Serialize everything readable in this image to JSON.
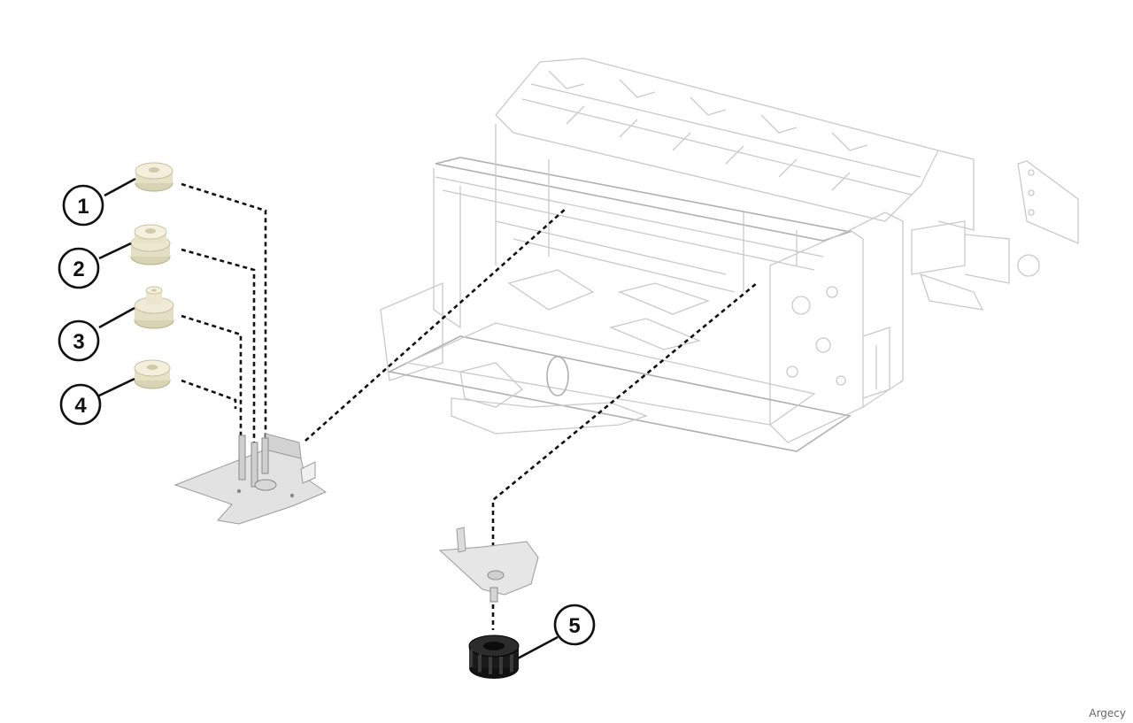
{
  "callouts": [
    {
      "number": "1",
      "part": "gear"
    },
    {
      "number": "2",
      "part": "gear"
    },
    {
      "number": "3",
      "part": "gear"
    },
    {
      "number": "4",
      "part": "gear"
    },
    {
      "number": "5",
      "part": "gear"
    }
  ],
  "watermark": "Argecy",
  "colors": {
    "gear_light": "#eee9cf",
    "gear_dark": "#1a1a1a",
    "bracket": "#dedede",
    "frame_line": "#c9c9c9",
    "leader_line": "#111111"
  }
}
